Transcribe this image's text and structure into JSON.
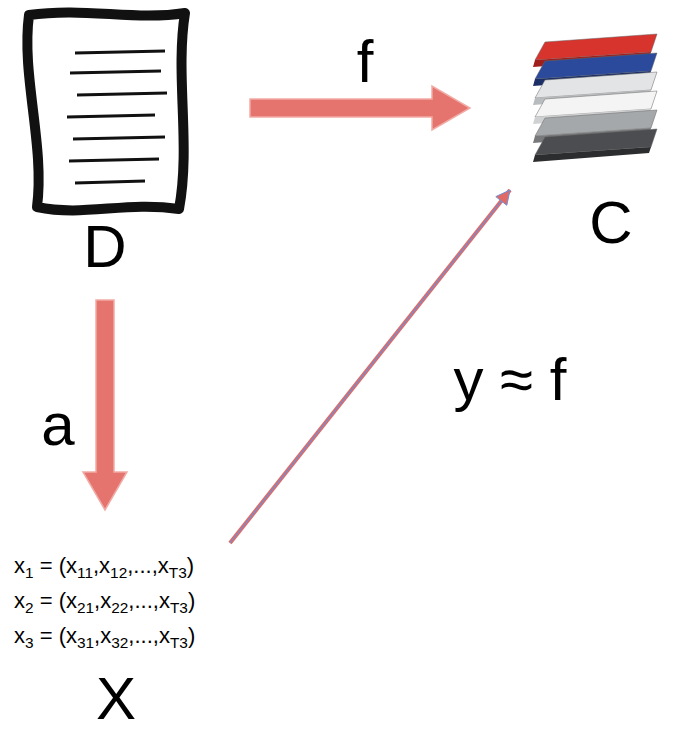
{
  "diagram": {
    "nodes": [
      {
        "text": [
          "D"
        ]
      },
      {
        "text": [
          "C"
        ]
      },
      {
        "text": [
          "x1 = (x11,x12,...,xT3)",
          "x2 = (x21,x22,...,xT3)",
          "x3 = (x31,x32,...,xT3)",
          "X"
        ]
      }
    ],
    "edges": [
      {
        "from": 0,
        "to": 1,
        "label": "f",
        "arrow": "to"
      },
      {
        "from": 0,
        "to": 2,
        "label": "a",
        "arrow": "to"
      },
      {
        "from": 2,
        "to": 1,
        "label": "y ≈ f",
        "arrow": "to"
      }
    ]
  }
}
